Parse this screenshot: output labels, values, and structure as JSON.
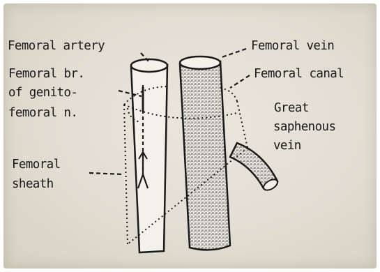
{
  "labels": {
    "femoral_artery": "Femoral artery",
    "femoral_vein": "Femoral vein",
    "femoral_branch_1": "Femoral br.",
    "femoral_branch_2": "of genito-",
    "femoral_branch_3": "femoral n.",
    "femoral_canal": "Femoral canal",
    "great_saphenous_1": "Great",
    "great_saphenous_2": "saphenous",
    "great_saphenous_3": "vein",
    "femoral_sheath_1": "Femoral",
    "femoral_sheath_2": "sheath"
  },
  "colors": {
    "paper": "#e6e1d7",
    "ink": "#1a1a1a",
    "vessel_fill": "#f4f1ea",
    "vein_stipple": "#4a4a4a"
  }
}
